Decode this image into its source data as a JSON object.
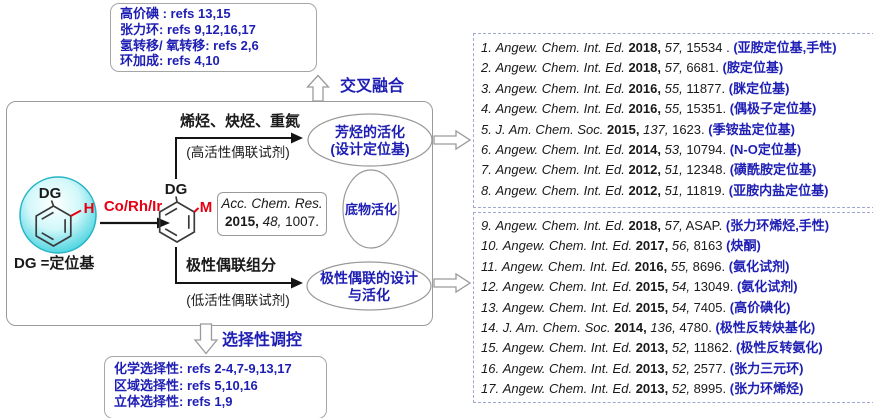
{
  "colors": {
    "accent_blue": "#1e1eb4",
    "accent_red": "#e60012",
    "sphere_cyan": "#43d2de",
    "border_gray": "#9a9a9a",
    "dashed_border": "#9fa8d0"
  },
  "fusion_box": {
    "lines": [
      "高价碘 : refs 13,15",
      "张力环: refs 9,12,16,17",
      "氢转移/ 氧转移: refs 2,6",
      "环加成: refs 4,10"
    ]
  },
  "fusion_arrow_label": "交叉融合",
  "selectivity_arrow_label": "选择性调控",
  "selectivity_box": {
    "lines": [
      "化学选择性: refs 2-4,7-9,13,17",
      "区域选择性: refs 5,10,16",
      "立体选择性: refs 1,9"
    ]
  },
  "scheme": {
    "substrate_dg": "DG",
    "substrate_h": "H",
    "dg_definition": "DG =定位基",
    "catalyst": "Co/Rh/Ir",
    "product_dg": "DG",
    "product_m": "M",
    "top_branch_label": "烯烃、炔烃、重氮",
    "top_branch_note": "(高活性偶联试剂)",
    "bottom_branch_label": "极性偶联组分",
    "bottom_branch_note": "(低活性偶联试剂)",
    "acc_ref": {
      "journal": "Acc. Chem. Res.",
      "year": "2015,",
      "volume": "48,",
      "page": "1007."
    },
    "ellipse_arene": {
      "line1": "芳烃的活化",
      "line2": "(设计定位基)"
    },
    "ellipse_substrate": "底物活化",
    "ellipse_polar": {
      "line1": "极性偶联的设计",
      "line2": "与活化"
    }
  },
  "ref_box_top": {
    "items": [
      {
        "num": "1.",
        "journal": "Angew. Chem. Int. Ed.",
        "year": "2018,",
        "volume": "57,",
        "page": "15534 .",
        "tag": "(亚胺定位基,手性)"
      },
      {
        "num": "2.",
        "journal": "Angew. Chem. Int. Ed.",
        "year": "2018,",
        "volume": "57,",
        "page": "6681.",
        "tag": "(胺定位基)"
      },
      {
        "num": "3.",
        "journal": "Angew. Chem. Int. Ed.",
        "year": "2016,",
        "volume": "55,",
        "page": "11877.",
        "tag": "(脒定位基)"
      },
      {
        "num": "4.",
        "journal": "Angew. Chem. Int. Ed.",
        "year": "2016,",
        "volume": "55,",
        "page": "15351.",
        "tag": "(偶极子定位基)"
      },
      {
        "num": "5.",
        "journal": "J. Am. Chem. Soc.",
        "year": "2015,",
        "volume": "137,",
        "page": "1623.",
        "tag": "(季铵盐定位基)"
      },
      {
        "num": "6.",
        "journal": "Angew. Chem. Int. Ed.",
        "year": "2014,",
        "volume": "53,",
        "page": "10794.",
        "tag": "(N-O定位基)"
      },
      {
        "num": "7.",
        "journal": "Angew. Chem. Int. Ed.",
        "year": "2012,",
        "volume": "51,",
        "page": "12348.",
        "tag": "(磺酰胺定位基)"
      },
      {
        "num": "8.",
        "journal": "Angew. Chem. Int. Ed.",
        "year": "2012,",
        "volume": "51,",
        "page": "11819.",
        "tag": "(亚胺内盐定位基)"
      }
    ]
  },
  "ref_box_bottom": {
    "items": [
      {
        "num": "9.",
        "journal": "Angew. Chem. Int. Ed.",
        "year": "2018,",
        "volume": "57,",
        "page": "ASAP.",
        "tag": "(张力环烯烃,手性)"
      },
      {
        "num": "10.",
        "journal": "Angew. Chem. Int. Ed.",
        "year": "2017,",
        "volume": "56,",
        "page": "8163",
        "tag": "(炔酮)"
      },
      {
        "num": "11.",
        "journal": "Angew. Chem. Int. Ed.",
        "year": "2016,",
        "volume": "55,",
        "page": "8696.",
        "tag": "(氨化试剂)"
      },
      {
        "num": "12.",
        "journal": "Angew. Chem. Int. Ed.",
        "year": "2015,",
        "volume": "54,",
        "page": "13049.",
        "tag": "(氨化试剂)"
      },
      {
        "num": "13.",
        "journal": "Angew. Chem. Int. Ed.",
        "year": "2015,",
        "volume": "54,",
        "page": "7405.",
        "tag": "(高价碘化)"
      },
      {
        "num": "14.",
        "journal": "J. Am. Chem. Soc.",
        "year": "2014,",
        "volume": "136,",
        "page": "4780.",
        "tag": "(极性反转炔基化)"
      },
      {
        "num": "15.",
        "journal": "Angew. Chem. Int. Ed.",
        "year": "2013,",
        "volume": "52,",
        "page": "11862.",
        "tag": "(极性反转氨化)"
      },
      {
        "num": "16.",
        "journal": "Angew. Chem. Int. Ed.",
        "year": "2013,",
        "volume": "52,",
        "page": "2577.",
        "tag": "(张力三元环)"
      },
      {
        "num": "17.",
        "journal": "Angew. Chem. Int. Ed.",
        "year": "2013,",
        "volume": "52,",
        "page": "8995.",
        "tag": "(张力环烯烃)"
      }
    ]
  }
}
